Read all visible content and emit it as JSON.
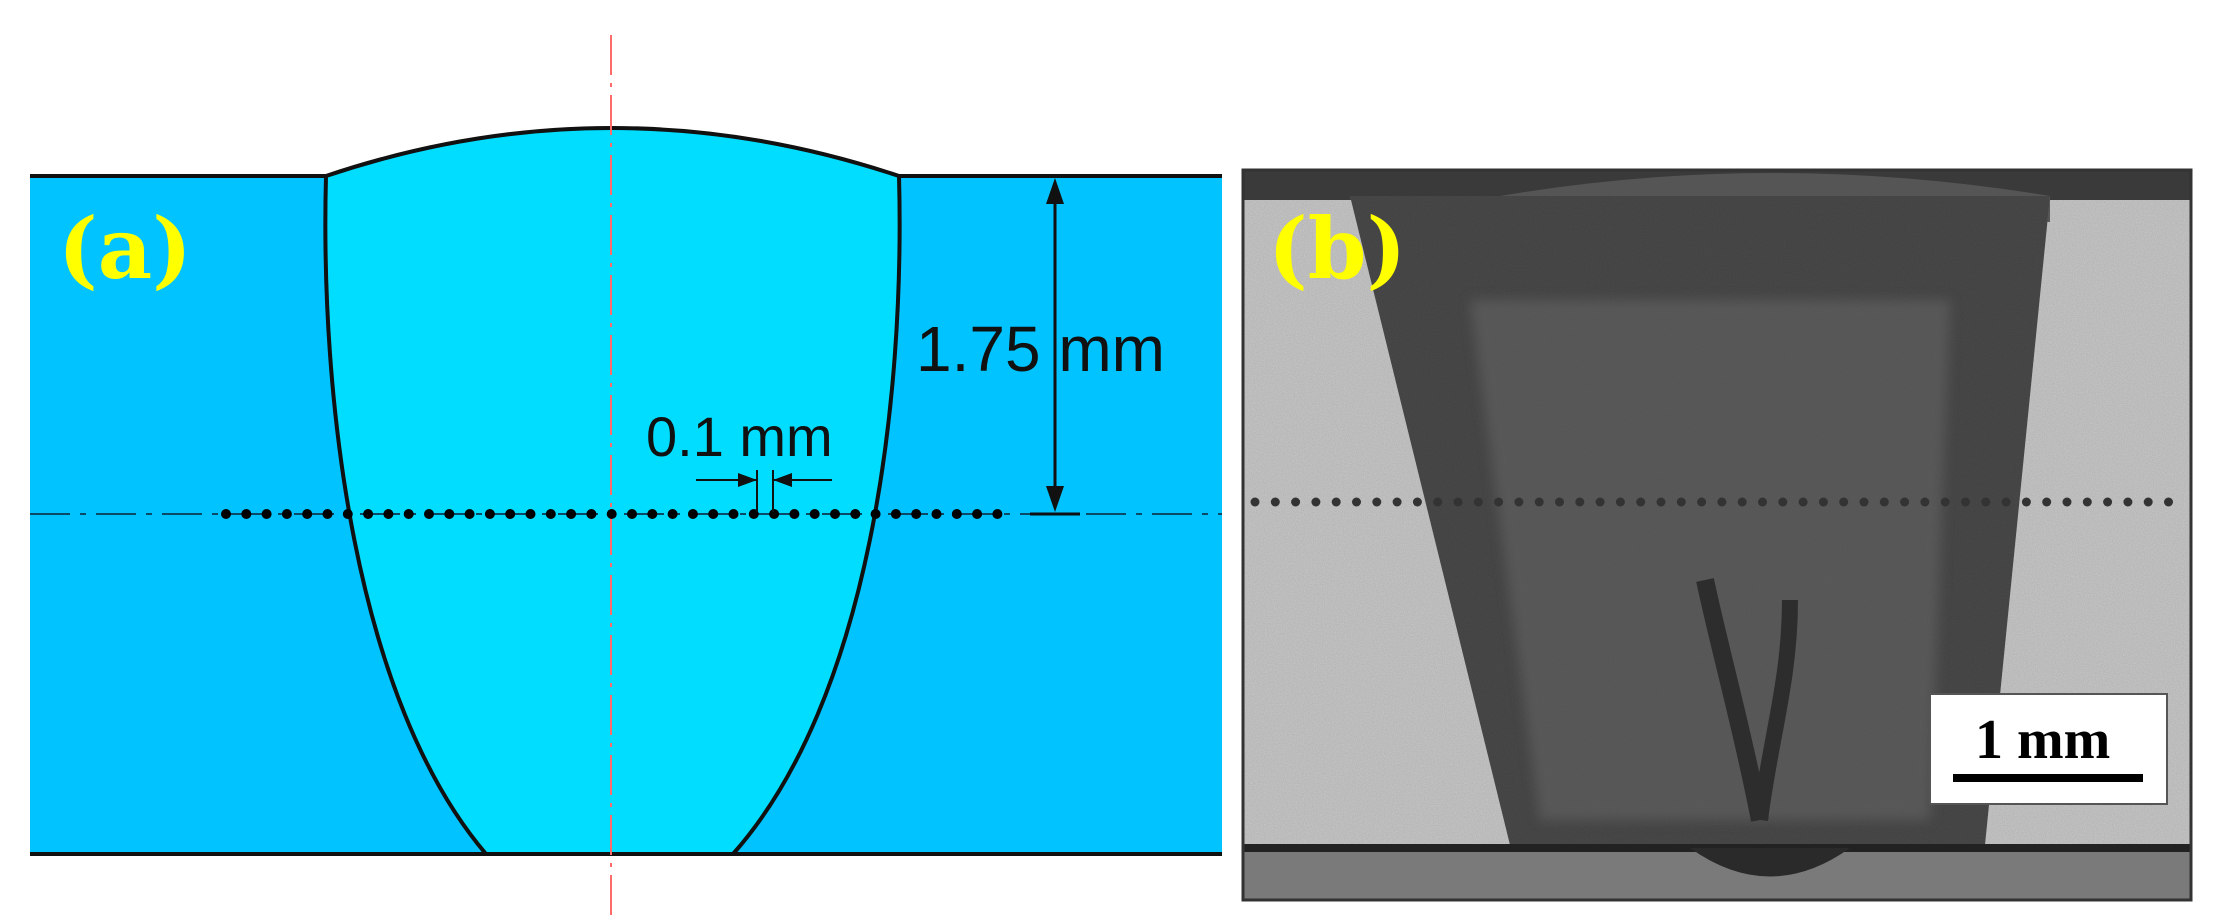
{
  "panel_a": {
    "label": "(a)",
    "depth_label": "1.75 mm",
    "spacing_label": "0.1 mm",
    "colors": {
      "base_metal": "#00c3ff",
      "weld_zone": "#00ddff",
      "centerline": "#ff6b6b",
      "label": "#ffff00",
      "outline": "#111111"
    }
  },
  "panel_b": {
    "label": "(b)",
    "scale_bar_label": "1 mm",
    "colors": {
      "label": "#ffff00",
      "scale_box": "#ffffff"
    }
  }
}
